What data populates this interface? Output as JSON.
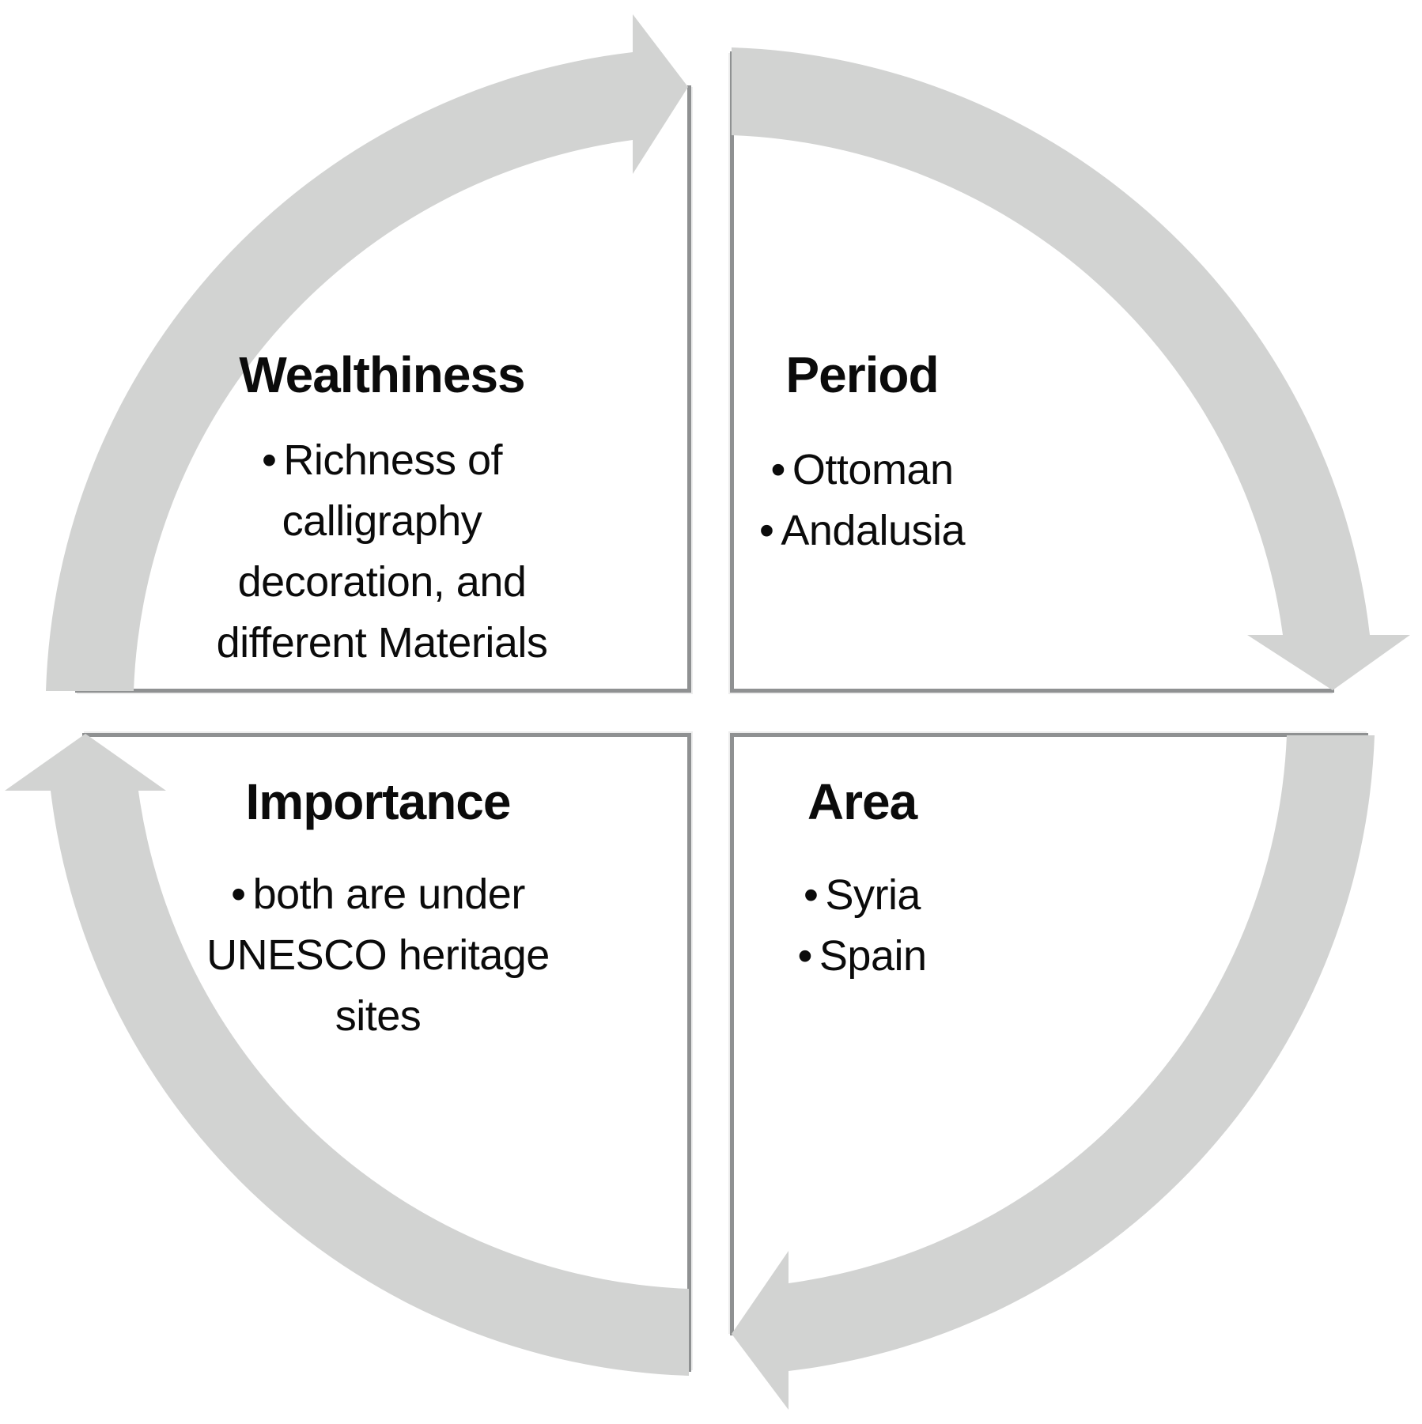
{
  "diagram": {
    "type": "cycle-matrix",
    "arrow_direction": "clockwise"
  },
  "quadrants": [
    {
      "position": "top-left",
      "title": "Wealthiness",
      "bullets": [
        "Richness of calligraphy decoration, and different Materials"
      ]
    },
    {
      "position": "top-right",
      "title": "Period",
      "bullets": [
        "Ottoman",
        "Andalusia"
      ]
    },
    {
      "position": "bottom-left",
      "title": "Importance",
      "bullets": [
        "both are under UNESCO heritage sites"
      ]
    },
    {
      "position": "bottom-right",
      "title": "Area",
      "bullets": [
        "Syria",
        "Spain"
      ]
    }
  ],
  "colors": {
    "ring": "#d2d3d2",
    "box_border": "#8f9192",
    "text": "#0b0b0b",
    "background": "#ffffff"
  }
}
